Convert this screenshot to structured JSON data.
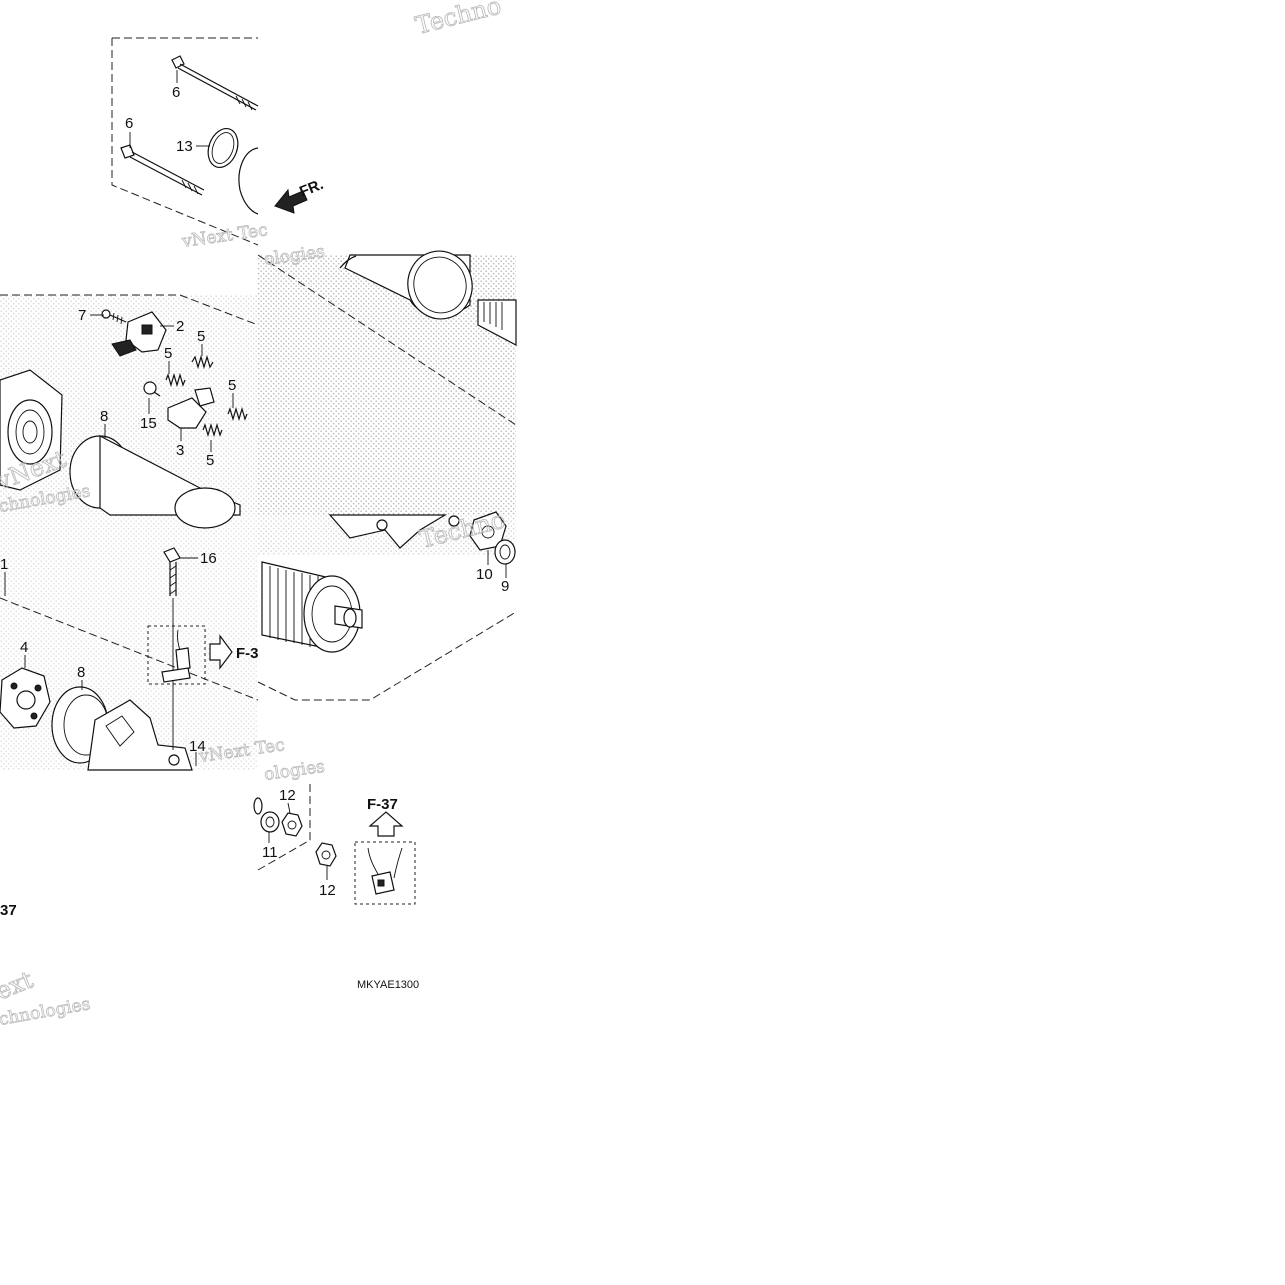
{
  "diagram": {
    "image_code": "MKYAE1300",
    "direction_label": "FR.",
    "reference_labels": [
      "F-37",
      "F-3",
      "37"
    ],
    "watermarks": [
      "Techno",
      "vNext Tec",
      "ologies",
      "vNext",
      "chnologies",
      "Techno",
      "vNext Tec",
      "ologies",
      "ext",
      "chnologies"
    ],
    "callouts": [
      {
        "text": "6"
      },
      {
        "text": "6"
      },
      {
        "text": "13"
      },
      {
        "text": "7"
      },
      {
        "text": "2"
      },
      {
        "text": "5"
      },
      {
        "text": "5"
      },
      {
        "text": "5"
      },
      {
        "text": "5"
      },
      {
        "text": "15"
      },
      {
        "text": "8"
      },
      {
        "text": "3"
      },
      {
        "text": "16"
      },
      {
        "text": "1"
      },
      {
        "text": "10"
      },
      {
        "text": "9"
      },
      {
        "text": "4"
      },
      {
        "text": "8"
      },
      {
        "text": "14"
      },
      {
        "text": "12"
      },
      {
        "text": "11"
      },
      {
        "text": "12"
      }
    ]
  },
  "colors": {
    "line": "#111111",
    "stipple": "#c8c8c8",
    "watermark": "#bdbdbd",
    "background": "#ffffff"
  }
}
